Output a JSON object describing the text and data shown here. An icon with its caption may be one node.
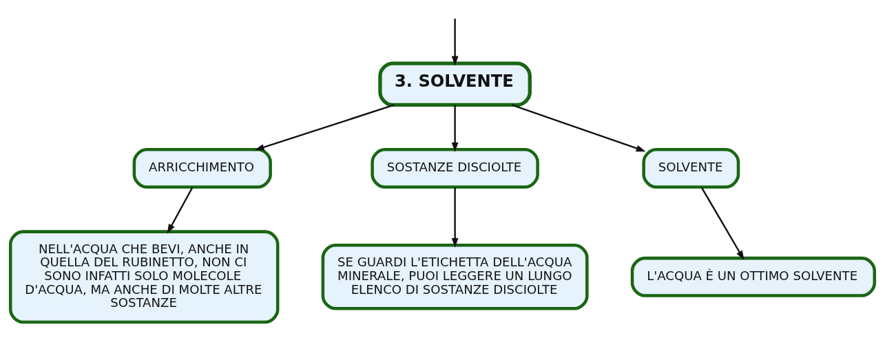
{
  "diagram": {
    "nodes": [
      {
        "text": [
          "3. SOLVENTE"
        ]
      },
      {
        "text": [
          "ARRICCHIMENTO"
        ]
      },
      {
        "text": [
          "SOSTANZE DISCIOLTE"
        ]
      },
      {
        "text": [
          "SOLVENTE"
        ]
      },
      {
        "text": [
          "NELL'ACQUA CHE BEVI, ANCHE IN QUELLA DEL RUBINETTO, NON CI SONO INFATTI SOLO MOLECOLE D'ACQUA, MA ANCHE DI MOLTE ALTRE SOSTANZE"
        ]
      },
      {
        "text": [
          "SE GUARDI L'ETICHETTA DELL'ACQUA MINERALE, PUOI LEGGERE UN LUNGO ELENCO DI SOSTANZE DISCIOLTE"
        ]
      },
      {
        "text": [
          "L'ACQUA È UN OTTIMO SOLVENTE"
        ]
      }
    ],
    "edges": [
      {
        "from": null,
        "to": 0,
        "arrow": "to"
      },
      {
        "from": 0,
        "to": 1,
        "arrow": "to"
      },
      {
        "from": 0,
        "to": 2,
        "arrow": "to"
      },
      {
        "from": 0,
        "to": 3,
        "arrow": "to"
      },
      {
        "from": 1,
        "to": 4,
        "arrow": "to"
      },
      {
        "from": 2,
        "to": 5,
        "arrow": "to"
      },
      {
        "from": 3,
        "to": 6,
        "arrow": "to"
      }
    ]
  }
}
